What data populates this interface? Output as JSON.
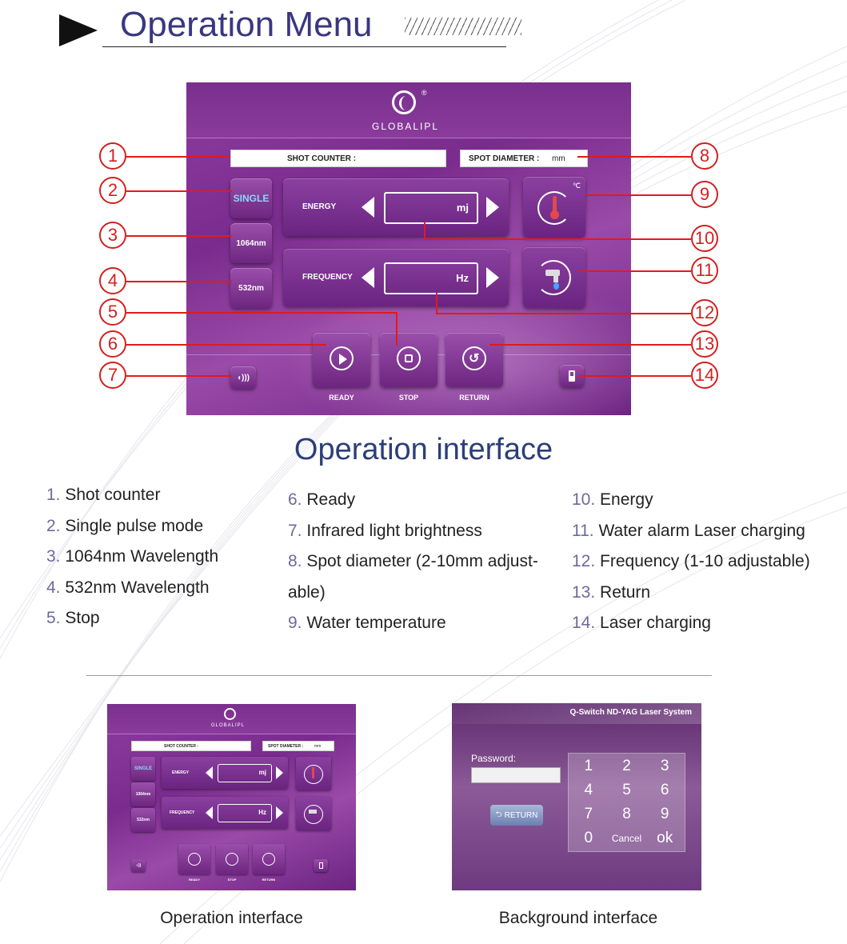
{
  "header": {
    "title": "Operation Menu"
  },
  "interface": {
    "brand": "GLOBALIPL",
    "registered": "®",
    "shot_counter_label": "SHOT COUNTER :",
    "spot_diameter_label": "SPOT DIAMETER :",
    "spot_unit": "mm",
    "single_label": "SINGLE",
    "w1064_label": "1064nm",
    "w532_label": "532nm",
    "energy_label": "ENERGY",
    "energy_unit": "mj",
    "frequency_label": "FREQUENCY",
    "frequency_unit": "Hz",
    "temp_unit": "℃",
    "ready_label": "READY",
    "stop_label": "STOP",
    "return_label": "RETURN"
  },
  "callouts": [
    "1",
    "2",
    "3",
    "4",
    "5",
    "6",
    "7",
    "8",
    "9",
    "10",
    "11",
    "12",
    "13",
    "14"
  ],
  "section_title": "Operation interface",
  "legend": {
    "col1": [
      {
        "num": "1.",
        "text": "Shot counter"
      },
      {
        "num": "2.",
        "text": "Single pulse mode"
      },
      {
        "num": "3.",
        "text": "1064nm Wavelength"
      },
      {
        "num": "4.",
        "text": "532nm Wavelength"
      },
      {
        "num": "5.",
        "text": "Stop"
      }
    ],
    "col2": [
      {
        "num": "6.",
        "text": "Ready"
      },
      {
        "num": "7.",
        "text": "Infrared light brightness"
      },
      {
        "num": "8.",
        "text": "Spot diameter (2-10mm adjust-"
      },
      {
        "num": "",
        "text": "able)"
      },
      {
        "num": "9.",
        "text": "Water temperature"
      }
    ],
    "col3": [
      {
        "num": "10.",
        "text": "Energy"
      },
      {
        "num": "11.",
        "text": "Water alarm  Laser charging"
      },
      {
        "num": "12.",
        "text": "Frequency (1-10 adjustable)"
      },
      {
        "num": "13.",
        "text": "Return"
      },
      {
        "num": "14.",
        "text": "Laser charging"
      }
    ]
  },
  "thumb_background": {
    "system_title": "Q-Switch ND-YAG Laser System",
    "password_label": "Password:",
    "return_label": "RETURN",
    "keys": [
      "1",
      "2",
      "3",
      "4",
      "5",
      "6",
      "7",
      "8",
      "9",
      "0",
      "Cancel",
      "ok"
    ]
  },
  "captions": {
    "left": "Operation interface",
    "right": "Background interface"
  }
}
